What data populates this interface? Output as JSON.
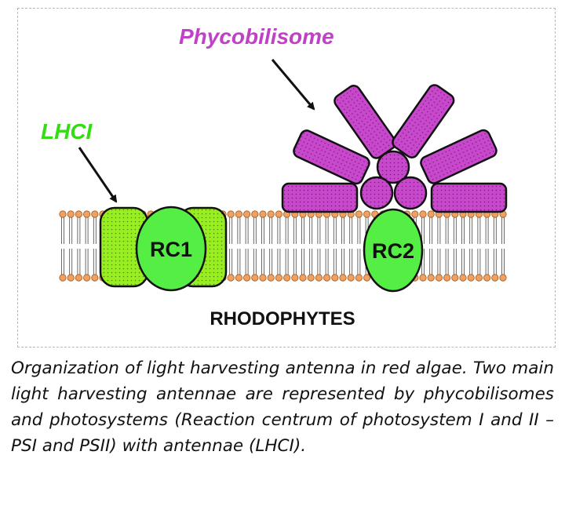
{
  "labels": {
    "phycobilisome": "Phycobilisome",
    "lhci": "LHCI",
    "rc1": "RC1",
    "rc2": "RC2",
    "group": "RHODOPHYTES"
  },
  "caption": "Organization of light harvesting antenna in red algae. Two main light harvesting antennae are represented by phycobilisomes and photosystems (Reaction centrum of photosystem I and II – PSI and PSII) with antennae (LHCI).",
  "colors": {
    "phycobilisome": "#c040c8",
    "lhci_label": "#33dd11",
    "antenna_fill": "#99ee22",
    "rc_fill": "#55ee44",
    "lipid_head": "#f0a060",
    "outline": "#111111"
  }
}
